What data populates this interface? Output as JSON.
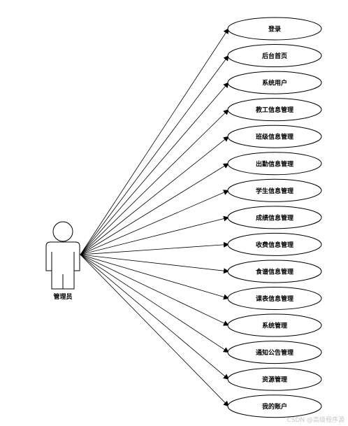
{
  "actor": {
    "label": "管理员"
  },
  "use_cases": [
    {
      "label": "登录"
    },
    {
      "label": "后台首页"
    },
    {
      "label": "系统用户"
    },
    {
      "label": "教工信息管理"
    },
    {
      "label": "班级信息管理"
    },
    {
      "label": "出勤信息管理"
    },
    {
      "label": "学生信息管理"
    },
    {
      "label": "成绩信息管理"
    },
    {
      "label": "收费信息管理"
    },
    {
      "label": "食谱信息管理"
    },
    {
      "label": "课表信息管理"
    },
    {
      "label": "系统管理"
    },
    {
      "label": "通知公告管理"
    },
    {
      "label": "资源管理"
    },
    {
      "label": "我的账户"
    }
  ],
  "watermark": "CSDN @高级程序源"
}
